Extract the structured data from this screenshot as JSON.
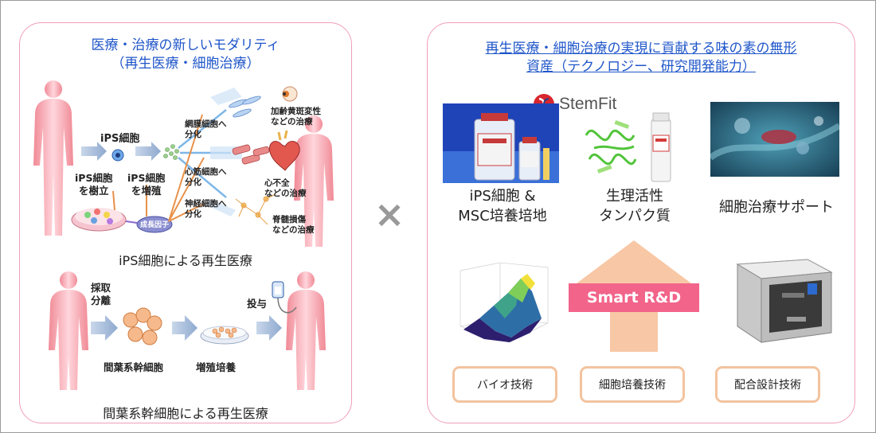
{
  "left": {
    "title_line1": "医療・治療の新しいモダリティ",
    "title_line2": "（再生医療・細胞治療）",
    "ips": {
      "ips_cell": "iPS細胞",
      "establish_l1": "iPS細胞",
      "establish_l2": "を樹立",
      "proliferate_l1": "iPS細胞",
      "proliferate_l2": "を増殖",
      "retina_l1": "網膜細胞へ",
      "retina_l2": "分化",
      "cardiac_l1": "心筋細胞へ",
      "cardiac_l2": "分化",
      "neuron_l1": "神経細胞へ",
      "neuron_l2": "分化",
      "amd_l1": "加齢黄斑変性",
      "amd_l2": "などの治療",
      "heart_l1": "心不全",
      "heart_l2": "などの治療",
      "spinal_l1": "脊髄損傷",
      "spinal_l2": "などの治療",
      "growth_factor": "成長因子",
      "caption": "iPS細胞による再生医療"
    },
    "msc": {
      "collect_l1": "採取",
      "collect_l2": "分離",
      "administer": "投与",
      "msc_label": "間葉系幹細胞",
      "culture_label": "増殖培養",
      "caption": "間葉系幹細胞による再生医療"
    }
  },
  "times": "×",
  "right": {
    "title_line1": "再生医療・細胞治療の実現に貢献する味の素の無形",
    "title_line2": "資産（テクノロジー、研究開発能力）",
    "stemfit": "StemFit",
    "products": [
      {
        "line1": "iPS細胞 &",
        "line2": "MSC培養培地"
      },
      {
        "line1": "生理活性",
        "line2": "タンパク質"
      },
      {
        "line1": "細胞治療サポート",
        "line2": ""
      }
    ],
    "smart": "Smart R&D",
    "techs": [
      "バイオ技術",
      "細胞培養技術",
      "配合設計技術"
    ]
  },
  "colors": {
    "title_blue": "#1f56c9",
    "panel_border": "#f0a0b8",
    "smart_pink": "#f2648a",
    "arrow_peach": "#f8c7a5",
    "tech_border": "#f3c39e"
  }
}
